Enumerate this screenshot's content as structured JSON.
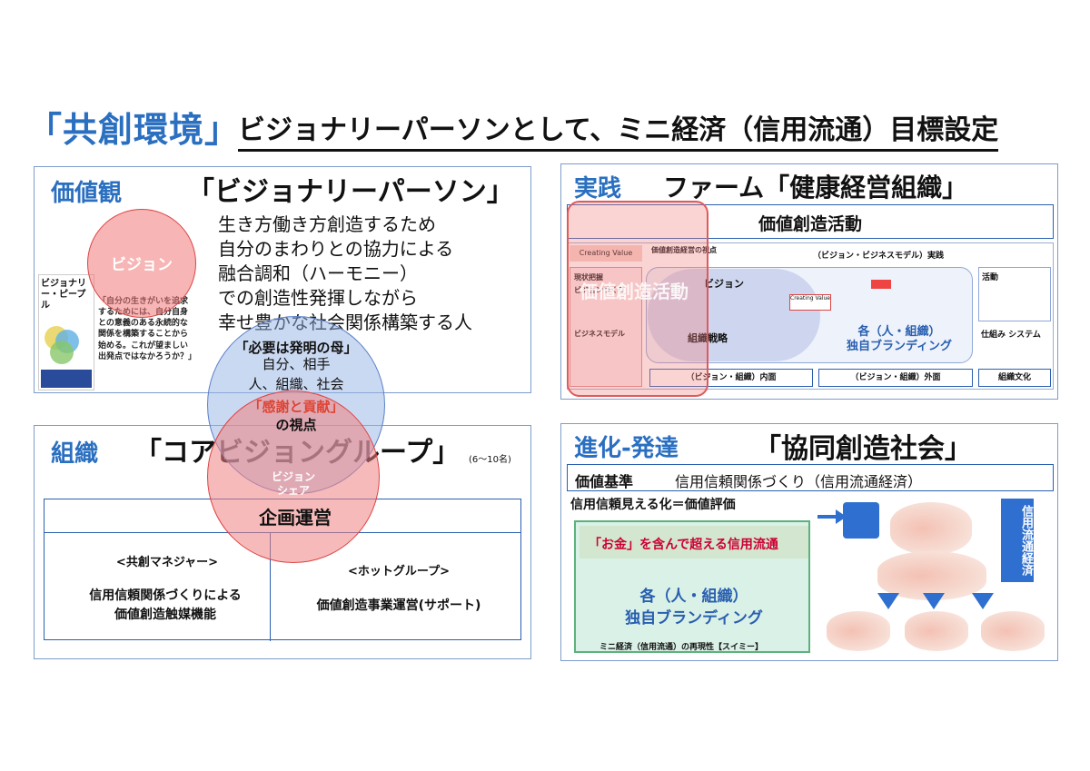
{
  "title": {
    "tag": "「共創環境」",
    "main": "ビジョナリーパーソンとして、ミニ経済（信用流通）目標設定"
  },
  "panel_values": {
    "label": "価値観",
    "heading": "「ビジョナリーパーソン」",
    "circle_label": "ビジョン",
    "text_lines": [
      "生き方働き方創造するため",
      "自分のまわりとの協力による",
      "融合調和（ハーモニー）",
      "での創造性発揮しながら",
      "幸せ豊かな社会関係構築する人"
    ],
    "book_title": "ビジョナリー・ピープル",
    "book_quote": "「自分の生きがいを追求するためには、自分自身との意義のある永続的な関係を構築することから始める。これが望ましい出発点ではなかろうか？」"
  },
  "center_circle": {
    "need": "「必要は発明の母」",
    "line1": "自分、相手",
    "line2": "人、組織、社会",
    "gratitude": "「感謝と貢献」",
    "perspective": "の視点",
    "vision_share": "ビジョン\nシェア"
  },
  "panel_org": {
    "label": "組織",
    "heading": "「コアビジョングループ」",
    "note": "(6～10名)",
    "planning": "企画運営",
    "left_role": "<共創マネジャー>",
    "left_desc1": "信用信頼関係づくりによる",
    "left_desc2": "価値創造触媒機能",
    "right_role": "<ホットグループ>",
    "right_desc": "価値創造事業運営(サポート)"
  },
  "panel_practice": {
    "label": "実践",
    "heading": "ファーム「健康経営組織」",
    "banner": "価値創造活動",
    "overlay": "価値創造活動",
    "sub_vision_title": "ビジョン",
    "sub_strategy": "組織戦略",
    "sub_branding1": "各（人・組織）",
    "sub_branding2": "独自ブランディング",
    "bottom_left": "（ビジョン・組織）内面",
    "bottom_right": "（ビジョン・組織）外面",
    "bottom_culture": "組織文化",
    "left_col": [
      "現状把握",
      "ビジョンづくり",
      "ビジネスモデル"
    ],
    "header_left": "価値創造経営の視点",
    "header_right": "（ビジョン・ビジネスモデル）実践",
    "right_col1": "活動",
    "right_col2": "仕組み システム"
  },
  "panel_evolution": {
    "label": "進化-発達",
    "heading": "「協同創造社会」",
    "criteria_label": "価値基準",
    "criteria_text": "信用信頼関係づくり（信用流通経済）",
    "evaluation": "信用信頼見える化＝価値評価",
    "money": "「お金」を含んで超える信用流通",
    "branding1": "各（人・組織）",
    "branding2": "独自ブランディング",
    "footer": "ミニ経済（信用流通）の再現性【スイミー】",
    "side_label": "信用流通経済"
  }
}
